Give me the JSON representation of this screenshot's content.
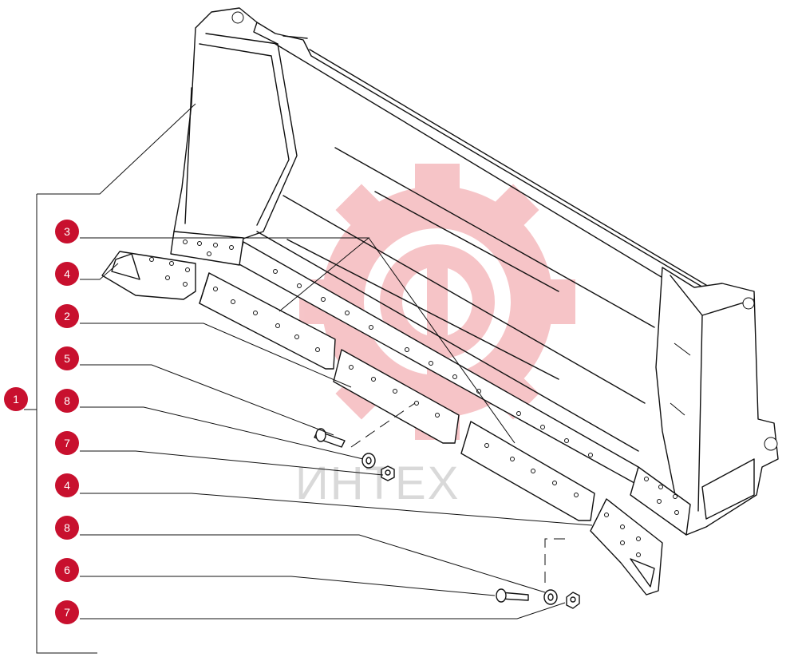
{
  "watermark": {
    "text": "ИНТЕХ",
    "color": "#f2b6b6"
  },
  "callouts": [
    {
      "id": "c1",
      "label": "1"
    },
    {
      "id": "c3",
      "label": "3"
    },
    {
      "id": "c4a",
      "label": "4"
    },
    {
      "id": "c2",
      "label": "2"
    },
    {
      "id": "c5",
      "label": "5"
    },
    {
      "id": "c8a",
      "label": "8"
    },
    {
      "id": "c7a",
      "label": "7"
    },
    {
      "id": "c4b",
      "label": "4"
    },
    {
      "id": "c8b",
      "label": "8"
    },
    {
      "id": "c6",
      "label": "6"
    },
    {
      "id": "c7b",
      "label": "7"
    }
  ],
  "badge_color": "#c8102e"
}
